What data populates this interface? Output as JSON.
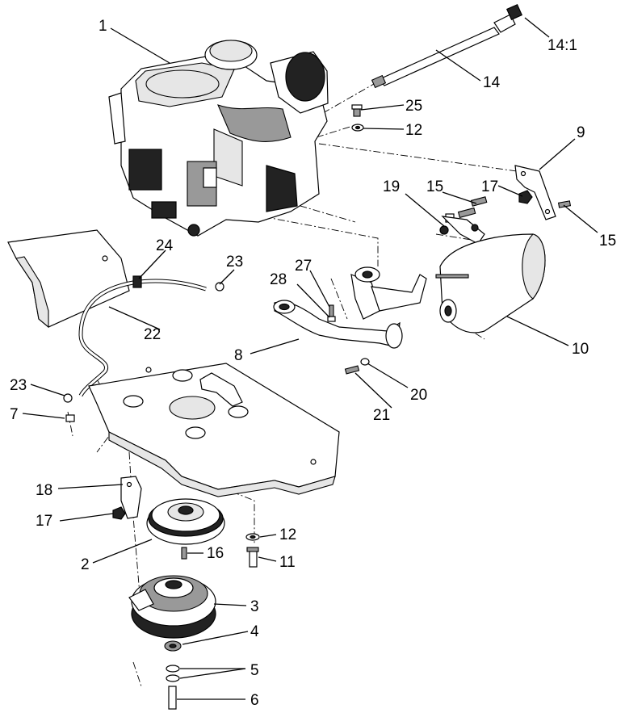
{
  "callouts": {
    "c1": "1",
    "c14_1": "14:1",
    "c14": "14",
    "c25": "25",
    "c12a": "12",
    "c9": "9",
    "c19": "19",
    "c15a": "15",
    "c17a": "17",
    "c15b": "15",
    "c24": "24",
    "c23a": "23",
    "c27": "27",
    "c28": "28",
    "c22": "22",
    "c8": "8",
    "c10": "10",
    "c20": "20",
    "c23b": "23",
    "c7": "7",
    "c21": "21",
    "c18": "18",
    "c17b": "17",
    "c12b": "12",
    "c2": "2",
    "c16": "16",
    "c11": "11",
    "c3": "3",
    "c4": "4",
    "c5": "5",
    "c6": "6"
  }
}
